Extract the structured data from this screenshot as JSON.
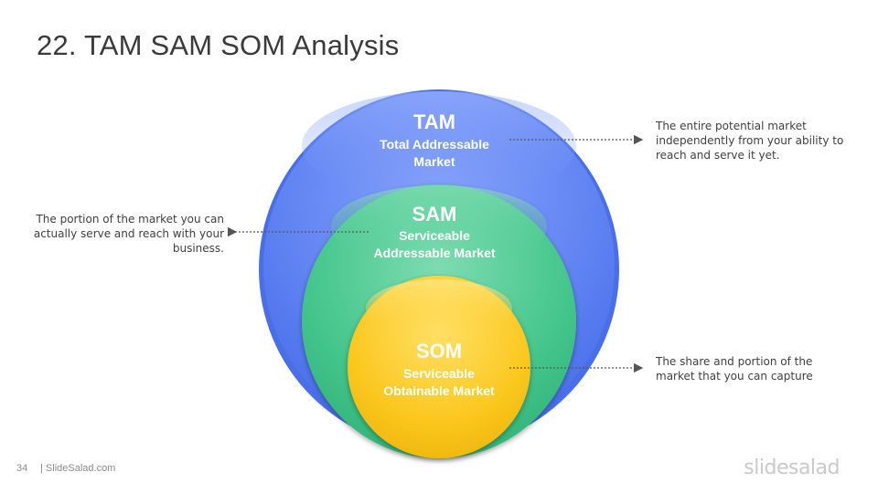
{
  "slide": {
    "title": "22. TAM SAM SOM Analysis",
    "page_number": "34",
    "site": "| SlideSalad.com",
    "brand": "slidesalad"
  },
  "tam": {
    "abbr": "TAM",
    "line1": "Total Addressable",
    "line2": "Market",
    "description": "The entire potential market independently from your ability to reach and serve it yet.",
    "color": "#5b80f0"
  },
  "sam": {
    "abbr": "SAM",
    "line1": "Serviceable",
    "line2": "Addressable Market",
    "description": "The portion of the market you can actually serve and reach with your business.",
    "color": "#3fc48a"
  },
  "som": {
    "abbr": "SOM",
    "line1": "Serviceable",
    "line2": "Obtainable Market",
    "description": "The share and portion of the market that you can capture",
    "color": "#f9c51d"
  }
}
